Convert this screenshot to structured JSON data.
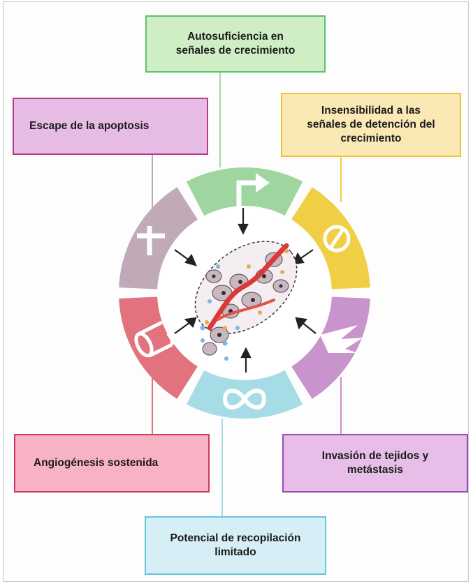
{
  "labels": {
    "top": "Autosuficiencia en\nseñales de crecimiento",
    "top_left": "Escape de la apoptosis",
    "top_right": "Insensibilidad a las\nseñales de detención del\ncrecimiento",
    "bottom_left": "Angiogénesis sostenida",
    "bottom_right": "Invasión de tejidos y\nmetástasis",
    "bottom": "Potencial de recopilación\nlimitado"
  },
  "colors": {
    "growth": "#9fd6a0",
    "insensitivity": "#f0cf45",
    "invasion": "#c994cc",
    "replication": "#a6dce6",
    "angiogenesis": "#e2737e",
    "apoptosis": "#c0aab8"
  },
  "ring_icons": [
    "arrow-icon",
    "no-entry-icon",
    "jagged-icon",
    "infinity-icon",
    "vessel-icon",
    "cross-icon"
  ]
}
